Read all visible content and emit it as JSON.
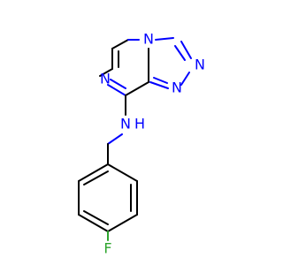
{
  "atoms": {
    "n_pyrazine_top": "N",
    "n_pyrazine_left": "N",
    "n_triazole_mid": "N",
    "n_triazole_top_right": "N",
    "n_triazole_bottom": "N",
    "nh_label": "N",
    "h_label": "H",
    "fluorine": "F"
  },
  "colors": {
    "nitrogen": "#0000ff",
    "fluorine": "#2ea52e",
    "carbon_bond": "#000000"
  }
}
